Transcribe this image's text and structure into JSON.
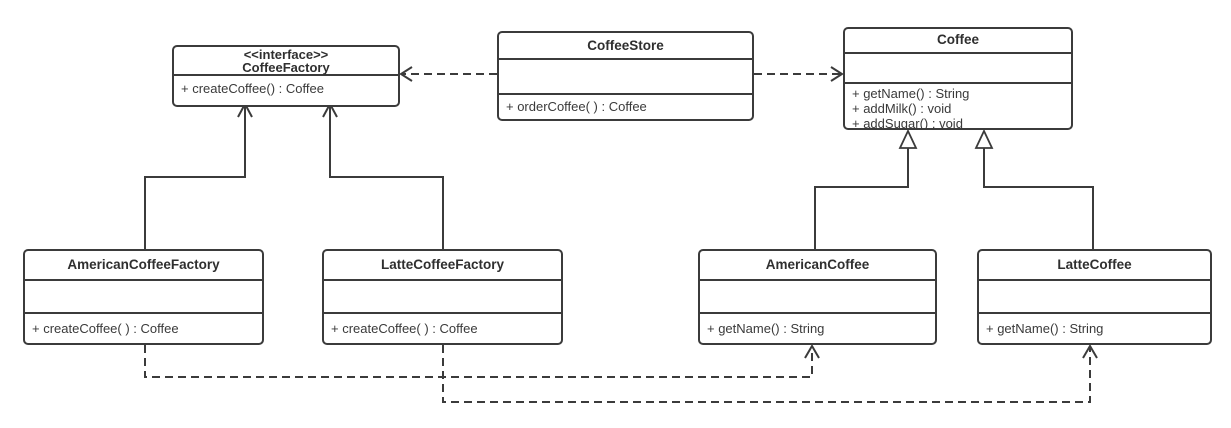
{
  "diagram": {
    "type": "uml_class_diagram",
    "pattern": "factory-method",
    "colors": {
      "background": "#ffffff",
      "line": "#3b3b3b",
      "text": "#3a3a3a"
    },
    "classes": [
      {
        "id": "coffee-factory",
        "stereotype": "<<interface>>",
        "name": "CoffeeFactory",
        "attributes": [],
        "methods": [
          "+ createCoffee() : Coffee"
        ]
      },
      {
        "id": "coffee-store",
        "stereotype": "",
        "name": "CoffeeStore",
        "attributes": [],
        "methods": [
          "+ orderCoffee( ) : Coffee"
        ]
      },
      {
        "id": "coffee",
        "stereotype": "",
        "name": "Coffee",
        "attributes": [],
        "methods": [
          "+ getName() : String",
          "+ addMilk() : void",
          "+ addSugar() : void"
        ]
      },
      {
        "id": "american-coffee-factory",
        "stereotype": "",
        "name": "AmericanCoffeeFactory",
        "attributes": [],
        "methods": [
          "+ createCoffee( ) : Coffee"
        ]
      },
      {
        "id": "latte-coffee-factory",
        "stereotype": "",
        "name": "LatteCoffeeFactory",
        "attributes": [],
        "methods": [
          "+ createCoffee( ) : Coffee"
        ]
      },
      {
        "id": "american-coffee",
        "stereotype": "",
        "name": "AmericanCoffee",
        "attributes": [],
        "methods": [
          "+ getName() : String"
        ]
      },
      {
        "id": "latte-coffee",
        "stereotype": "",
        "name": "LatteCoffee",
        "attributes": [],
        "methods": [
          "+ getName() : String"
        ]
      }
    ],
    "relationships": [
      {
        "from": "CoffeeStore",
        "to": "CoffeeFactory",
        "type": "dependency",
        "line": "dashed",
        "arrowhead": "open"
      },
      {
        "from": "CoffeeStore",
        "to": "Coffee",
        "type": "dependency",
        "line": "dashed",
        "arrowhead": "open"
      },
      {
        "from": "AmericanCoffeeFactory",
        "to": "CoffeeFactory",
        "type": "realization",
        "line": "solid",
        "arrowhead": "open"
      },
      {
        "from": "LatteCoffeeFactory",
        "to": "CoffeeFactory",
        "type": "realization",
        "line": "solid",
        "arrowhead": "open"
      },
      {
        "from": "AmericanCoffee",
        "to": "Coffee",
        "type": "generalization",
        "line": "solid",
        "arrowhead": "hollow-triangle"
      },
      {
        "from": "LatteCoffee",
        "to": "Coffee",
        "type": "generalization",
        "line": "solid",
        "arrowhead": "hollow-triangle"
      },
      {
        "from": "AmericanCoffeeFactory",
        "to": "AmericanCoffee",
        "type": "dependency",
        "line": "dashed",
        "arrowhead": "open"
      },
      {
        "from": "LatteCoffeeFactory",
        "to": "LatteCoffee",
        "type": "dependency",
        "line": "dashed",
        "arrowhead": "open"
      }
    ]
  }
}
